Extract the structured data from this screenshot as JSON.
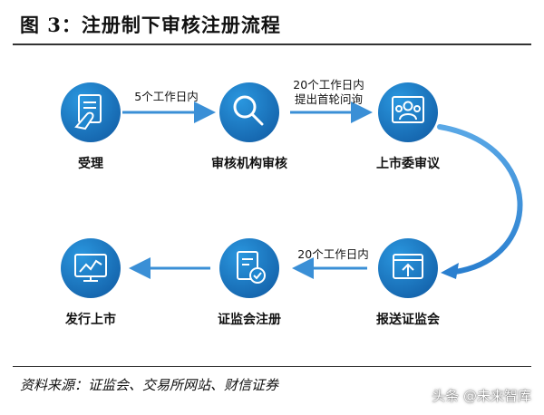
{
  "title": "图 3：注册制下审核注册流程",
  "nodes": [
    {
      "id": "accept",
      "label": "受理",
      "icon": "document-hand-icon"
    },
    {
      "id": "review",
      "label": "审核机构审核",
      "icon": "magnifier-icon"
    },
    {
      "id": "committee",
      "label": "上市委审议",
      "icon": "people-icon"
    },
    {
      "id": "submit",
      "label": "报送证监会",
      "icon": "upload-screen-icon"
    },
    {
      "id": "register",
      "label": "证监会注册",
      "icon": "document-check-icon"
    },
    {
      "id": "listing",
      "label": "发行上市",
      "icon": "trend-monitor-icon"
    }
  ],
  "arrows": [
    {
      "label": "5个工作日内"
    },
    {
      "label": "20个工作日内",
      "label2": "提出首轮问询"
    },
    {
      "label": "20个工作日内"
    }
  ],
  "source": "资料来源：证监会、交易所网站、财信证券",
  "watermark": "头条 @未来智库",
  "colors": {
    "circle_light": "#1f86cf",
    "circle_dark": "#1565ad",
    "arrow": "#3a8fd6",
    "icon": "#ffffff"
  }
}
